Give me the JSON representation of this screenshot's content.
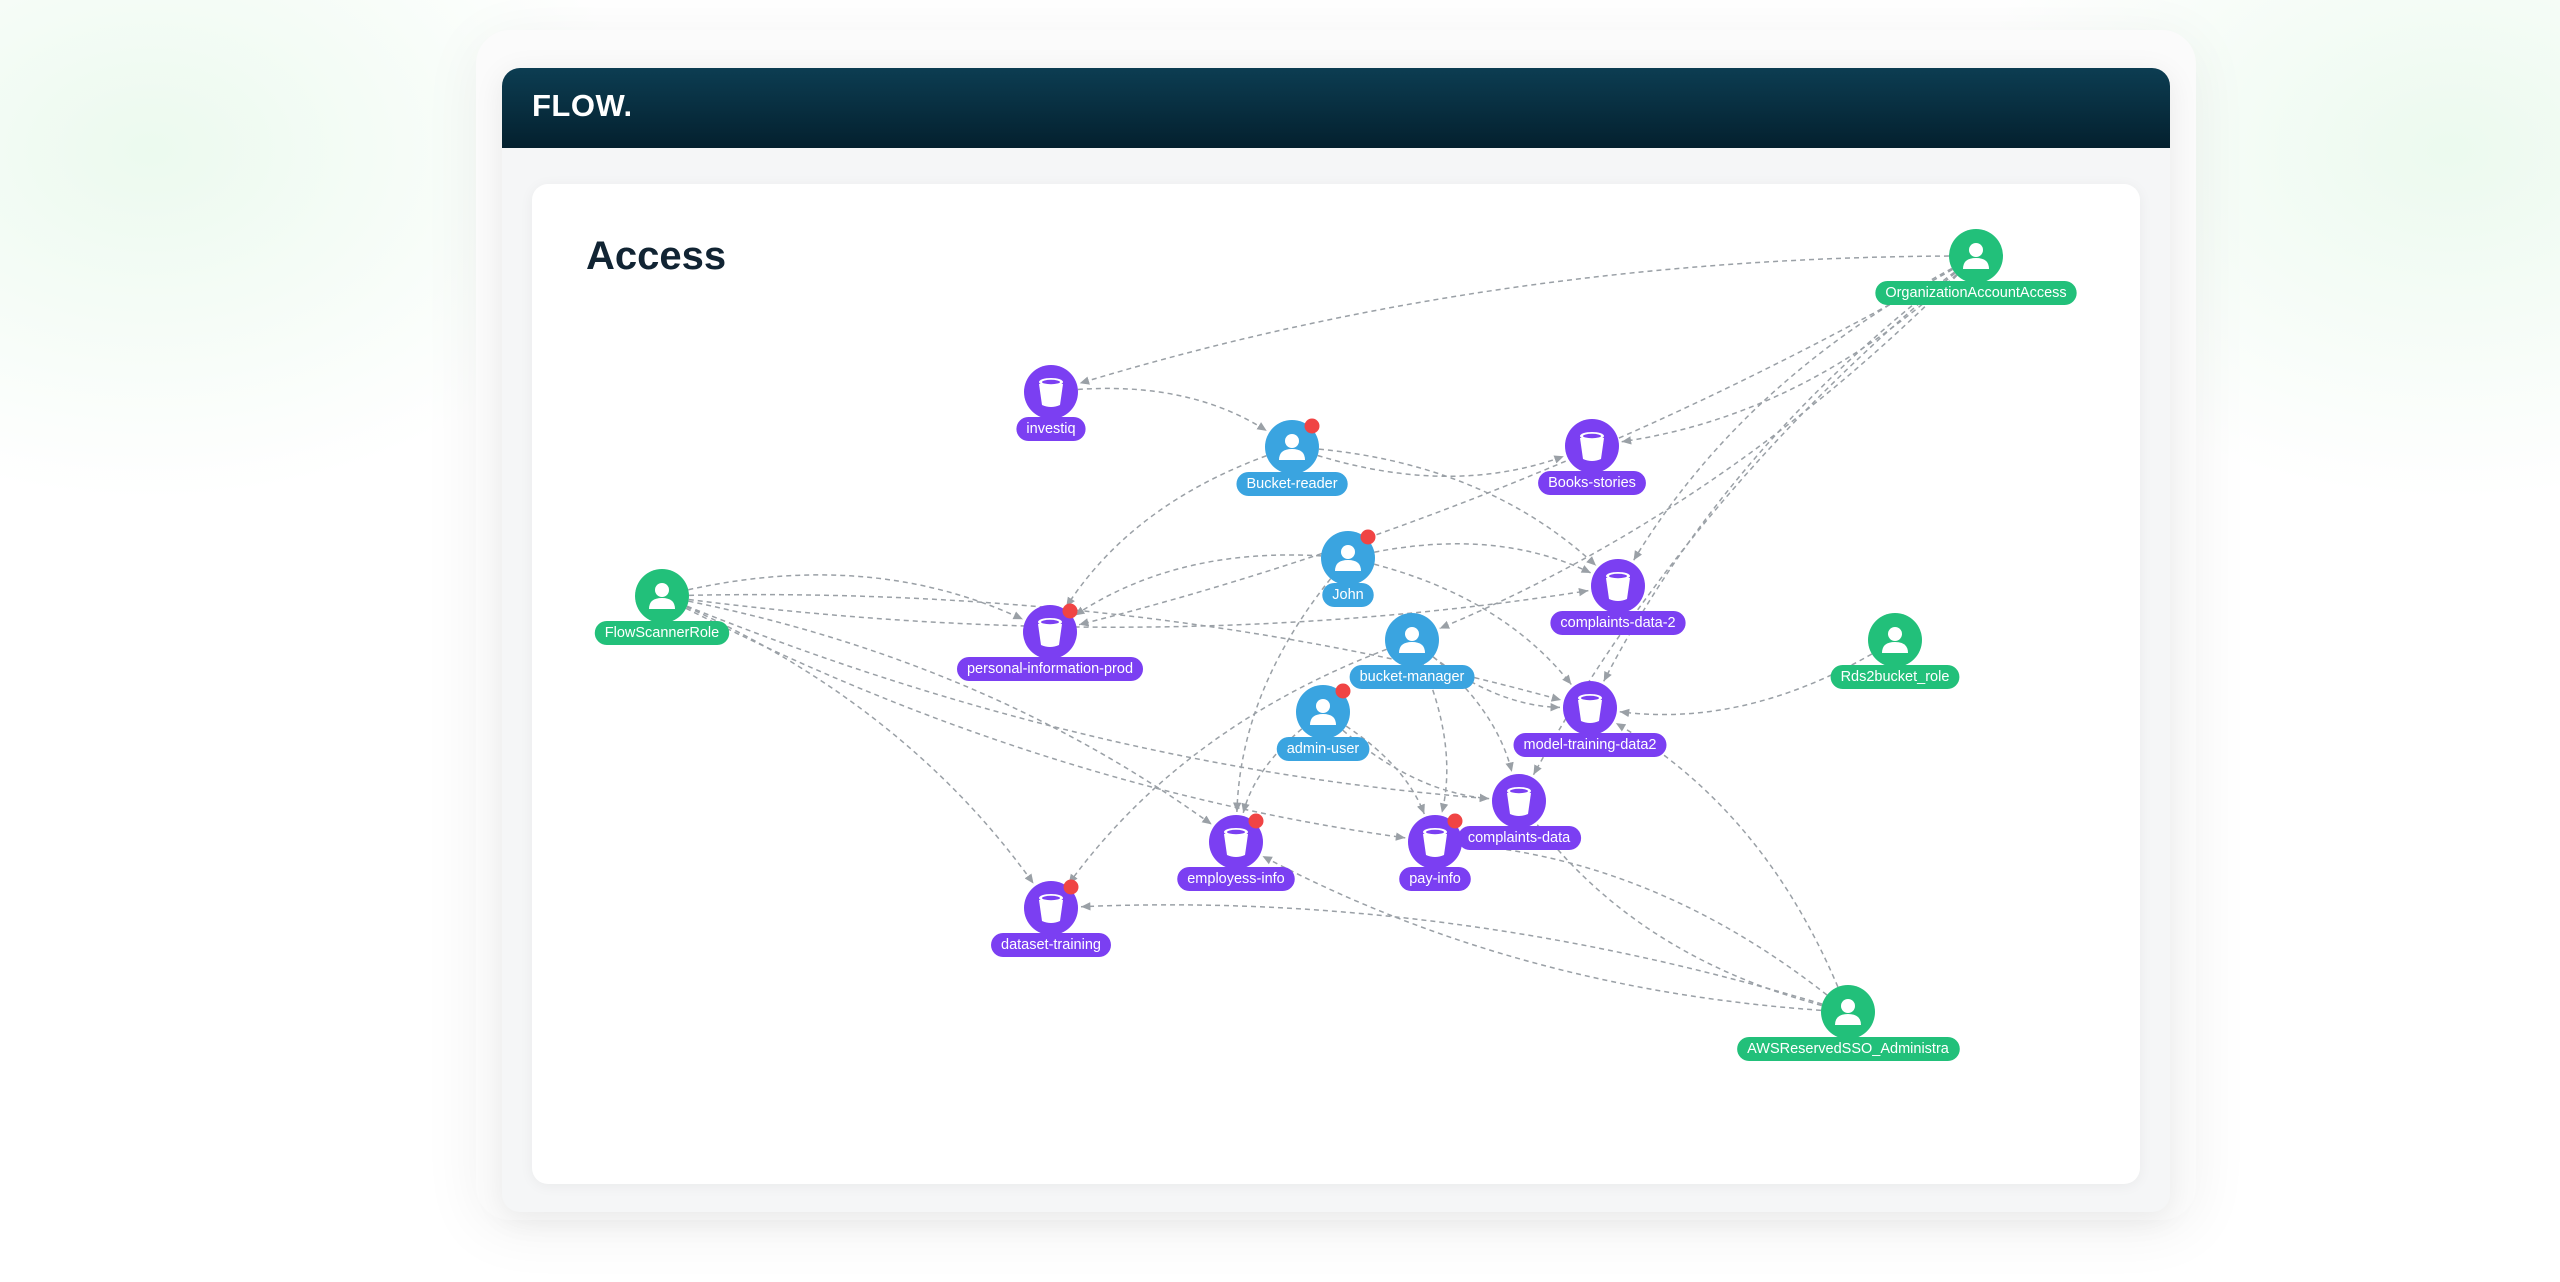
{
  "app": {
    "logo": "FLOW."
  },
  "page": {
    "title": "Access"
  },
  "colors": {
    "role": "#22c07a",
    "user": "#3aa4e0",
    "bucket": "#7b3ff2",
    "alert": "#f04444",
    "edge": "#9aa0a6"
  },
  "legend_types": {
    "role": "person-icon",
    "user": "person-icon",
    "bucket": "bucket-icon"
  },
  "nodes": [
    {
      "id": "OrganizationAccountAccess",
      "label": "OrganizationAccountAccess",
      "type": "role",
      "alert": false
    },
    {
      "id": "investiq",
      "label": "investiq",
      "type": "bucket",
      "alert": false
    },
    {
      "id": "Bucket-reader",
      "label": "Bucket-reader",
      "type": "user",
      "alert": true
    },
    {
      "id": "Books-stories",
      "label": "Books-stories",
      "type": "bucket",
      "alert": false
    },
    {
      "id": "John",
      "label": "John",
      "type": "user",
      "alert": true
    },
    {
      "id": "FlowScannerRole",
      "label": "FlowScannerRole",
      "type": "role",
      "alert": false
    },
    {
      "id": "personal-information-prod",
      "label": "personal-information-prod",
      "type": "bucket",
      "alert": true
    },
    {
      "id": "complaints-data-2",
      "label": "complaints-data-2",
      "type": "bucket",
      "alert": false
    },
    {
      "id": "bucket-manager",
      "label": "bucket-manager",
      "type": "user",
      "alert": false
    },
    {
      "id": "Rds2bucket_role",
      "label": "Rds2bucket_role",
      "type": "role",
      "alert": false
    },
    {
      "id": "admin-user",
      "label": "admin-user",
      "type": "user",
      "alert": true
    },
    {
      "id": "model-training-data2",
      "label": "model-training-data2",
      "type": "bucket",
      "alert": false
    },
    {
      "id": "complaints-data",
      "label": "complaints-data",
      "type": "bucket",
      "alert": false
    },
    {
      "id": "employess-info",
      "label": "employess-info",
      "type": "bucket",
      "alert": true
    },
    {
      "id": "pay-info",
      "label": "pay-info",
      "type": "bucket",
      "alert": true
    },
    {
      "id": "dataset-training",
      "label": "dataset-training",
      "type": "bucket",
      "alert": true
    },
    {
      "id": "AWSReservedSSO_Administra",
      "label": "AWSReservedSSO_Administra",
      "type": "role",
      "alert": false
    }
  ],
  "edges": [
    [
      "OrganizationAccountAccess",
      "investiq"
    ],
    [
      "OrganizationAccountAccess",
      "Books-stories"
    ],
    [
      "OrganizationAccountAccess",
      "complaints-data-2"
    ],
    [
      "OrganizationAccountAccess",
      "personal-information-prod"
    ],
    [
      "OrganizationAccountAccess",
      "model-training-data2"
    ],
    [
      "OrganizationAccountAccess",
      "bucket-manager"
    ],
    [
      "OrganizationAccountAccess",
      "complaints-data"
    ],
    [
      "investiq",
      "Bucket-reader"
    ],
    [
      "Bucket-reader",
      "Books-stories"
    ],
    [
      "Bucket-reader",
      "complaints-data-2"
    ],
    [
      "Bucket-reader",
      "personal-information-prod"
    ],
    [
      "John",
      "complaints-data-2"
    ],
    [
      "John",
      "personal-information-prod"
    ],
    [
      "John",
      "model-training-data2"
    ],
    [
      "John",
      "employess-info"
    ],
    [
      "FlowScannerRole",
      "personal-information-prod"
    ],
    [
      "FlowScannerRole",
      "complaints-data-2"
    ],
    [
      "FlowScannerRole",
      "model-training-data2"
    ],
    [
      "FlowScannerRole",
      "complaints-data"
    ],
    [
      "FlowScannerRole",
      "employess-info"
    ],
    [
      "FlowScannerRole",
      "pay-info"
    ],
    [
      "FlowScannerRole",
      "dataset-training"
    ],
    [
      "bucket-manager",
      "model-training-data2"
    ],
    [
      "bucket-manager",
      "complaints-data"
    ],
    [
      "bucket-manager",
      "dataset-training"
    ],
    [
      "bucket-manager",
      "pay-info"
    ],
    [
      "admin-user",
      "employess-info"
    ],
    [
      "admin-user",
      "pay-info"
    ],
    [
      "admin-user",
      "complaints-data"
    ],
    [
      "Rds2bucket_role",
      "model-training-data2"
    ],
    [
      "AWSReservedSSO_Administra",
      "dataset-training"
    ],
    [
      "AWSReservedSSO_Administra",
      "employess-info"
    ],
    [
      "AWSReservedSSO_Administra",
      "pay-info"
    ],
    [
      "AWSReservedSSO_Administra",
      "complaints-data"
    ],
    [
      "AWSReservedSSO_Administra",
      "model-training-data2"
    ]
  ]
}
